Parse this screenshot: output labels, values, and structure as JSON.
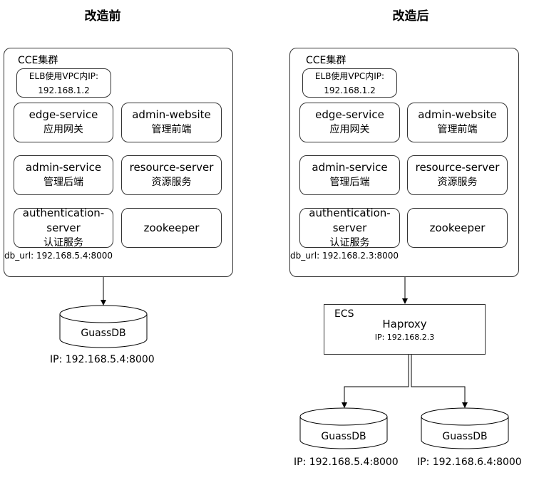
{
  "before": {
    "title": "改造前",
    "cluster": "CCE集群",
    "elb": [
      "ELB使用VPC内IP:",
      "192.168.1.2"
    ],
    "services": [
      {
        "name": "edge-service",
        "desc": "应用网关"
      },
      {
        "name": "admin-website",
        "desc": "管理前端"
      },
      {
        "name": "admin-service",
        "desc": "管理后端"
      },
      {
        "name": "resource-server",
        "desc": "资源服务"
      },
      {
        "name": "authentication-server",
        "desc": "认证服务"
      },
      {
        "name": "zookeeper",
        "desc": ""
      }
    ],
    "db_url": "db_url:  192.168.5.4:8000",
    "db": {
      "name": "GuassDB",
      "ip": "IP:  192.168.5.4:8000"
    }
  },
  "after": {
    "title": "改造后",
    "cluster": "CCE集群",
    "elb": [
      "ELB使用VPC内IP:",
      "192.168.1.2"
    ],
    "services": [
      {
        "name": "edge-service",
        "desc": "应用网关"
      },
      {
        "name": "admin-website",
        "desc": "管理前端"
      },
      {
        "name": "admin-service",
        "desc": "管理后端"
      },
      {
        "name": "resource-server",
        "desc": "资源服务"
      },
      {
        "name": "authentication-server",
        "desc": "认证服务"
      },
      {
        "name": "zookeeper",
        "desc": ""
      }
    ],
    "db_url": "db_url:  192.168.2.3:8000",
    "ecs": {
      "label": "ECS",
      "name": "Haproxy",
      "ip": "IP:  192.168.2.3"
    },
    "dbs": [
      {
        "name": "GuassDB",
        "ip": "IP:  192.168.5.4:8000"
      },
      {
        "name": "GuassDB",
        "ip": "IP:  192.168.6.4:8000"
      }
    ]
  }
}
